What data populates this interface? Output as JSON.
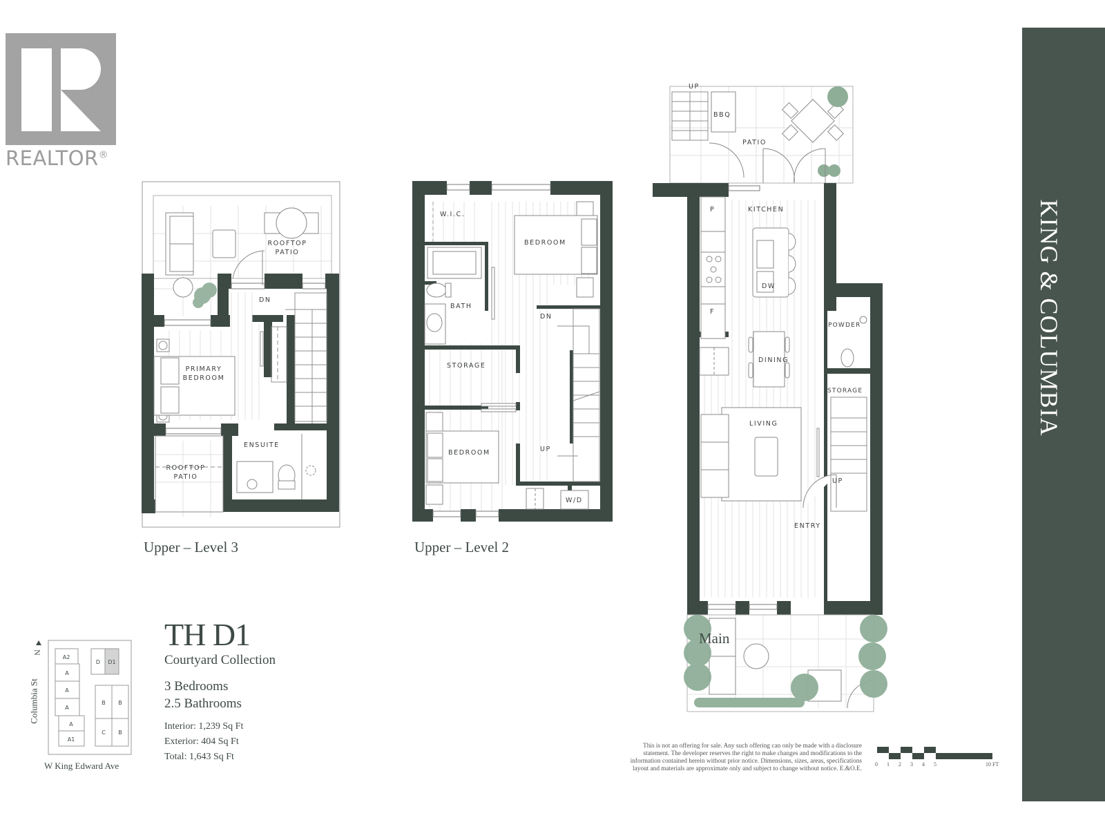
{
  "logo": {
    "brand": "REALTOR",
    "registered_mark": "®",
    "icon": "realtor-r-icon"
  },
  "sidebar": {
    "title": "KING & COLUMBIA",
    "background_color": "#48554e",
    "text_color": "#ffffff"
  },
  "colors": {
    "wall": "#3d4a44",
    "plant": "#8fae98",
    "line": "#8a8a8a",
    "text": "#3e4a45",
    "highlight": "#d4d4d4"
  },
  "plans": {
    "level3": {
      "title": "Upper – Level 3",
      "rooms": {
        "rooftop_patio_top": "ROOFTOP\nPATIO",
        "dn": "DN",
        "primary_bedroom": "PRIMARY\nBEDROOM",
        "ensuite": "ENSUITE",
        "rooftop_patio_bottom": "ROOFTOP\nPATIO"
      }
    },
    "level2": {
      "title": "Upper – Level 2",
      "rooms": {
        "wic": "W.I.C.",
        "bedroom_top": "BEDROOM",
        "bath": "BATH",
        "dn": "DN",
        "storage": "STORAGE",
        "bedroom_bottom": "BEDROOM",
        "up": "UP",
        "wd": "W/D"
      }
    },
    "main": {
      "title": "Main",
      "rooms": {
        "up_top": "UP",
        "bbq": "BBQ",
        "patio": "PATIO",
        "kitchen": "KITCHEN",
        "pantry": "P",
        "dw": "DW",
        "fridge": "F",
        "powder": "POWDER",
        "dining": "DINING",
        "storage": "STORAGE",
        "living": "LIVING",
        "up_bottom": "UP",
        "entry": "ENTRY"
      }
    }
  },
  "unit": {
    "name": "TH D1",
    "collection": "Courtyard Collection",
    "bedrooms": "3 Bedrooms",
    "bathrooms": "2.5 Bathrooms",
    "interior": "Interior: 1,239 Sq Ft",
    "exterior": "Exterior: 404 Sq Ft",
    "total": "Total: 1,643 Sq Ft"
  },
  "site_plan": {
    "north_label": "N",
    "street_west": "Columbia St",
    "street_south": "W King Edward Ave",
    "units": [
      "A2",
      "A",
      "A",
      "A",
      "A",
      "A1",
      "D",
      "D1",
      "B",
      "B",
      "C",
      "B"
    ],
    "highlighted_unit": "D1"
  },
  "disclaimer": {
    "lines": [
      "This is not an offering for sale. Any such offering can only be made with a disclosure",
      "statement. The developer reserves the right to make changes and modifications to the",
      "information contained herein without prior notice. Dimensions, sizes, areas, specifications",
      "layout and materials are approximate only and subject to change without notice. E.&O.E."
    ]
  },
  "scale_bar": {
    "ticks": [
      "0",
      "1",
      "2",
      "3",
      "4",
      "5"
    ],
    "end_label": "10 FT"
  }
}
